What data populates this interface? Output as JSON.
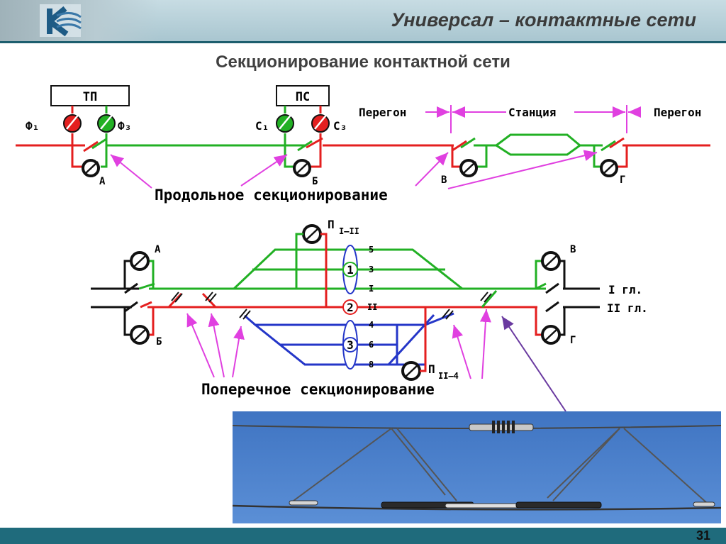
{
  "header": {
    "title": "Универсал – контактные сети"
  },
  "slide": {
    "title": "Секционирование контактной сети",
    "page_number": "31"
  },
  "top_diagram": {
    "tp": "ТП",
    "ps": "ПС",
    "f1": "Ф₁",
    "f3": "Ф₃",
    "c1": "С₁",
    "c3": "С₃",
    "a": "А",
    "b": "Б",
    "v": "В",
    "g": "Г",
    "peregon_left": "Перегон",
    "stanciya": "Станция",
    "peregon_right": "Перегон",
    "caption": "Продольное секционирование"
  },
  "bottom_diagram": {
    "p12_main": "П",
    "p12_sub": "I–II",
    "p24_main": "П",
    "p24_sub": "II–4",
    "a": "А",
    "b": "Б",
    "v": "В",
    "g": "Г",
    "group1": "1",
    "group2": "2",
    "group3": "3",
    "track5": "5",
    "track3": "3",
    "trackI": "I",
    "trackII": "II",
    "track4": "4",
    "track6": "6",
    "track8": "8",
    "main1": "I гл.",
    "main2": "II гл.",
    "caption": "Поперечное секционирование"
  },
  "colors": {
    "red": "#e41f1f",
    "green": "#22b024",
    "blue": "#2436c8",
    "magenta": "#e040e0",
    "purple": "#6a3aa0",
    "teal": "#1f6b7c"
  },
  "icons": [
    "logo-icon",
    "switch-motor-icon",
    "insulator-icon"
  ]
}
